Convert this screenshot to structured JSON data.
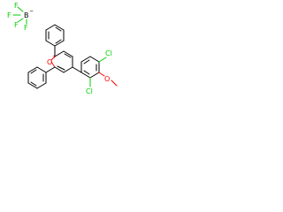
{
  "colors": {
    "bond": "#000000",
    "oxygen": "#ff0000",
    "chlorine": "#00cc00",
    "fluorine": "#00cc00",
    "boron": "#000000"
  },
  "tetrafluoroborate": {
    "boron_label": "B",
    "boron_charge": "−",
    "fluorine_labels": [
      "F",
      "F",
      "F",
      "F"
    ]
  },
  "pyrylium": {
    "oxygen_label": "O",
    "oxygen_charge": "+"
  },
  "aryl": {
    "chlorine_labels": [
      "Cl",
      "Cl"
    ],
    "methoxy_oxygen_label": "O"
  }
}
